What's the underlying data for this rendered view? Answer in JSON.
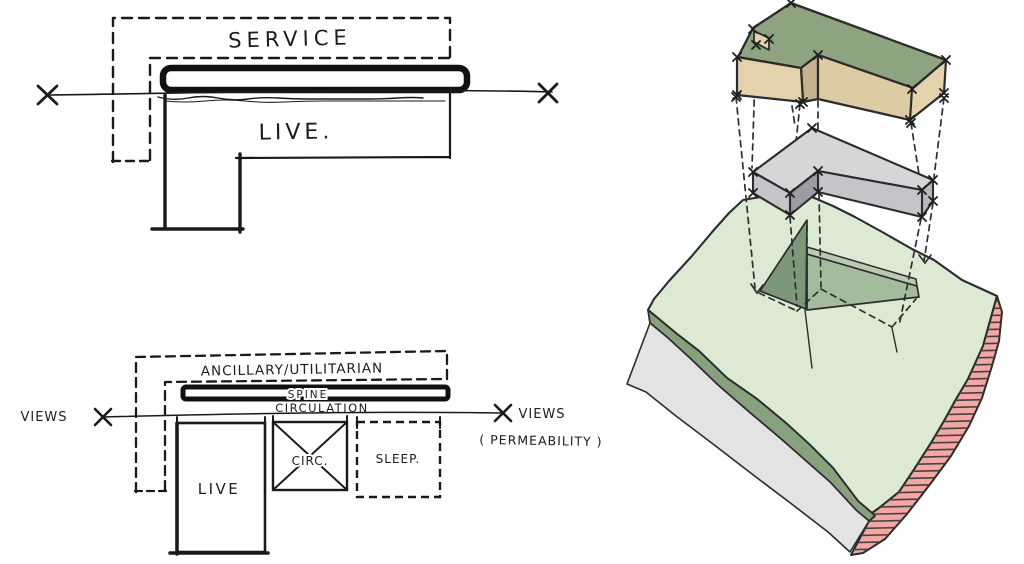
{
  "palette": {
    "paper": "#ffffff",
    "ink": "#1d1d1d",
    "roof_green": "#8ea37f",
    "tan_light": "#e3d2ac",
    "tan_front": "#ddcba4",
    "tan_dark": "#c7b28e",
    "slab_top": "#d6d6d8",
    "slab_front": "#c5c5c9",
    "slab_end": "#b7b7bd",
    "slab_dark": "#9b9ba1",
    "terrain_green": "#dcead4",
    "hedge_green": "#87a17d",
    "fin_dark_green": "#7d977a",
    "fin_wall_green": "#a5bb9d",
    "fin_top_green": "#bac9b1",
    "path_grey": "#e3e3e3",
    "cut_pink": "#f3a8a6",
    "hatch_dark": "#473f3f"
  },
  "diagram_top": {
    "zone_upper": "SERVICE",
    "zone_lower": "LIVE."
  },
  "diagram_bottom": {
    "zone_upper": "ANCILLARY/UTILITARIAN",
    "spine": "SPINE",
    "circulation": "CIRCULATION",
    "views_left": "VIEWS",
    "views_right": "VIEWS",
    "permeability": "( PERMEABILITY )",
    "room_live": "LIVE",
    "room_circ": "CIRC.",
    "room_sleep": "SLEEP."
  }
}
